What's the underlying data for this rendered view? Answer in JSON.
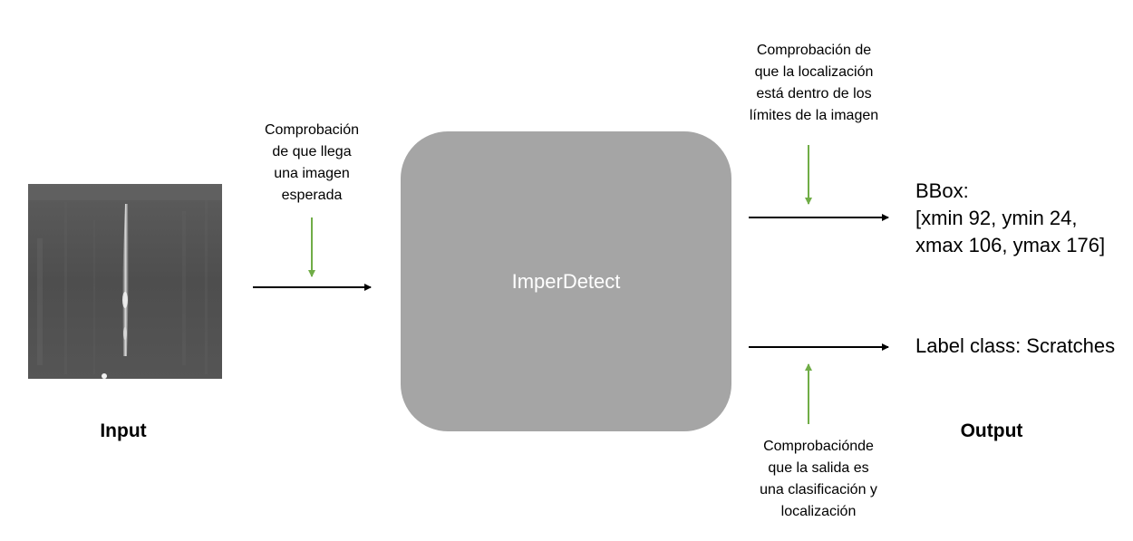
{
  "input": {
    "caption": "Input",
    "image_name": "metal-surface-scratch-image"
  },
  "model": {
    "name": "ImperDetect"
  },
  "checks": {
    "input_check": [
      "Comprobación",
      "de que llega",
      "una imagen",
      "esperada"
    ],
    "bounds_check": [
      "Comprobación de",
      "que la localización",
      "está dentro de los",
      "límites de la imagen"
    ],
    "type_check": [
      "Comprobaciónde",
      "que la salida es",
      "una clasificación y",
      "localización"
    ]
  },
  "output": {
    "caption": "Output",
    "bbox_lines": [
      "BBox:",
      "[xmin 92, ymin 24,",
      "xmax 106, ymax 176]"
    ],
    "label_line": "Label class: Scratches"
  },
  "colors": {
    "box_fill": "#a5a5a5",
    "check_arrow": "#70ad47",
    "flow_arrow": "#000000"
  }
}
